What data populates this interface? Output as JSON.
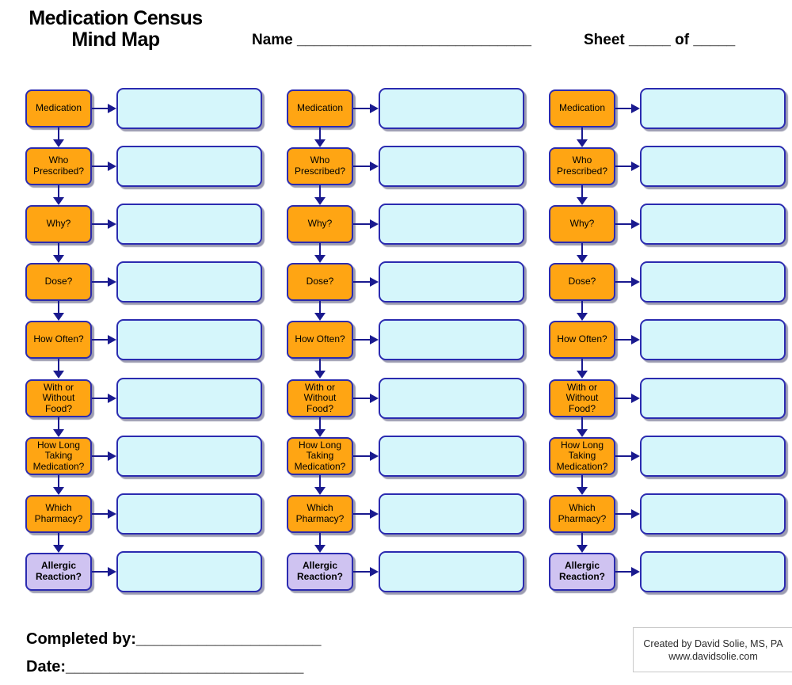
{
  "title": {
    "line1": "Medication Census",
    "line2": "Mind Map"
  },
  "header": {
    "name_label": "Name",
    "name_blank": "____________________________",
    "sheet_label": "Sheet",
    "sheet_blank_1": "_____",
    "of_label": "of",
    "sheet_blank_2": "_____"
  },
  "mindmap": {
    "column_count": 3,
    "nodes": [
      {
        "label": "Medication",
        "style": "orange"
      },
      {
        "label": "Who Prescribed?",
        "style": "orange"
      },
      {
        "label": "Why?",
        "style": "orange"
      },
      {
        "label": "Dose?",
        "style": "orange"
      },
      {
        "label": "How Often?",
        "style": "orange"
      },
      {
        "label": "With or Without Food?",
        "style": "orange"
      },
      {
        "label": "How Long Taking Medication?",
        "style": "orange"
      },
      {
        "label": "Which Pharmacy?",
        "style": "orange"
      },
      {
        "label": "Allergic Reaction?",
        "style": "purple",
        "bold": true
      }
    ]
  },
  "footer": {
    "completed_by_label": "Completed by:",
    "completed_by_blank": "_____________________",
    "date_label": "Date:",
    "date_blank": "___________________________",
    "credit_line1": "Created by David Solie, MS, PA",
    "credit_line2": "www.davidsolie.com"
  },
  "colors": {
    "label_fill": "#FFA513",
    "allergic_fill": "#CFC3F1",
    "answer_fill": "#D5F6FB",
    "box_border": "#2B2BB0",
    "arrow": "#1A1A8F"
  },
  "icons": {
    "right_arrow": "arrow-right-icon",
    "down_arrow": "arrow-down-icon"
  }
}
